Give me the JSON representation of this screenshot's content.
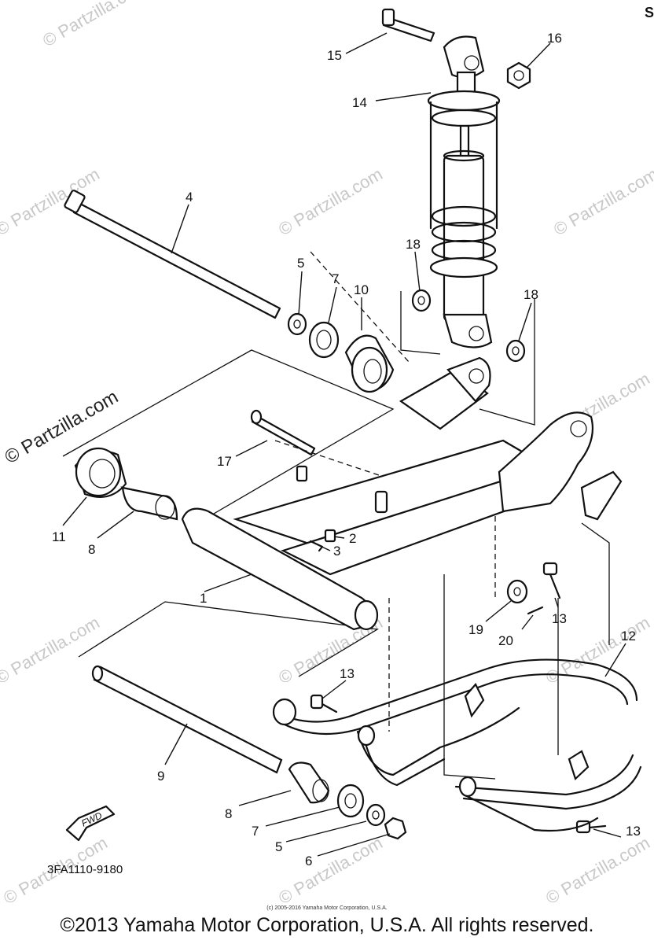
{
  "labels": {
    "p1": "1",
    "p2": "2",
    "p3": "3",
    "p4": "4",
    "p5a": "5",
    "p5b": "5",
    "p6": "6",
    "p7a": "7",
    "p7b": "7",
    "p8a": "8",
    "p8b": "8",
    "p9": "9",
    "p10": "10",
    "p11": "11",
    "p12": "12",
    "p13a": "13",
    "p13b": "13",
    "p13c": "13",
    "p14": "14",
    "p15": "15",
    "p16": "16",
    "p17": "17",
    "p18a": "18",
    "p18b": "18",
    "p19": "19",
    "p20": "20"
  },
  "fwd": "FWD",
  "diagram_code": "3FA1110-9180",
  "watermark": "© Partzilla.com",
  "corner_mark": "S",
  "small_copyright": "(c) 2005-2016 Yamaha Motor Corporation, U.S.A.",
  "copyright": "©2013 Yamaha Motor Corporation, U.S.A. All rights reserved."
}
